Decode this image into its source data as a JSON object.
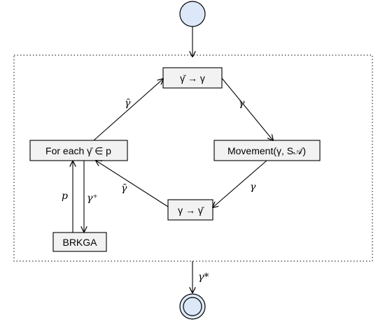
{
  "boxes": {
    "gamma_bar_to_gamma": "γ̄ → γ",
    "movement": "Movement(γ, S𝒜)",
    "gamma_to_gamma_bar": "γ → γ̄",
    "for_each": "For each γ̄ ∈ p",
    "brkga": "BRKGA"
  },
  "edge_labels": {
    "gamma_bar_up": "γ̄",
    "gamma_right": "γ",
    "gamma_down_right": "γ",
    "gamma_bar_left": "γ̄",
    "p": "p",
    "gamma_plus": "γ⁺",
    "gamma_star": "γ*"
  },
  "colors": {
    "node_fill": "#dce8f7",
    "box_fill": "#f2f2f2"
  }
}
